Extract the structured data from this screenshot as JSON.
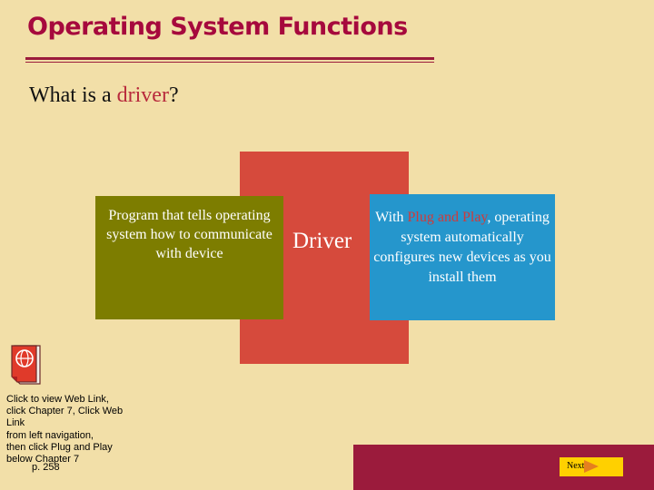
{
  "slide": {
    "title": "Operating System Functions",
    "question_prefix": "What is a ",
    "question_term": "driver",
    "question_suffix": "?"
  },
  "diagram": {
    "left_text": "Program that tells operating system how to communicate with device",
    "center_label": "Driver",
    "right_text_prefix": "With ",
    "right_text_highlight": "Plug and Play",
    "right_text_suffix": ", operating system automatically configures new devices as you install them"
  },
  "web_link": {
    "icon": "globe-document-icon",
    "line1": "Click to view Web Link,",
    "line2": "click Chapter 7, Click Web",
    "line3": "Link",
    "line4": "from left navigation,",
    "line5": "then click Plug and Play",
    "line6": "below Chapter 7"
  },
  "footer": {
    "page": "p. 258",
    "next_label": "Next",
    "next_icon": "arrow-right-icon"
  },
  "colors": {
    "background": "#f2dfa8",
    "title": "#a6093d",
    "red_box": "#d64a3c",
    "green_box": "#7d7d00",
    "blue_box": "#2596cc",
    "bar": "#9b1b3c",
    "next_button": "#ffd000"
  }
}
